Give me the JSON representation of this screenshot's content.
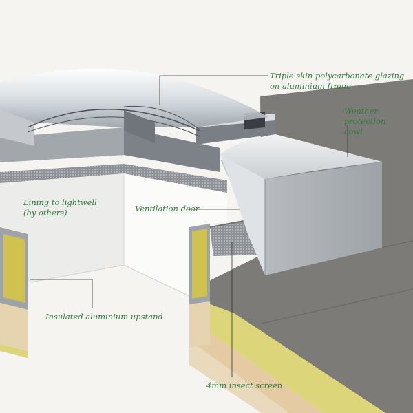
{
  "labels": {
    "glazing": "Triple skin polycarbonate glazing\non aluminium frame",
    "cowl": "Weather protection\ncowl",
    "lining": "Lining to lightwell\n(by others)",
    "ventilation_door": "Ventilation door",
    "upstand": "Insulated aluminium upstand",
    "insect_screen": "4mm insect screen"
  },
  "colors": {
    "background": "#f5f4f1",
    "label_text": "#2f7a3a",
    "roof_membrane": "#7c7b78",
    "insulation": "#d6cf6a",
    "aluminium": "#a9adb2",
    "leader_line": "#333333"
  }
}
